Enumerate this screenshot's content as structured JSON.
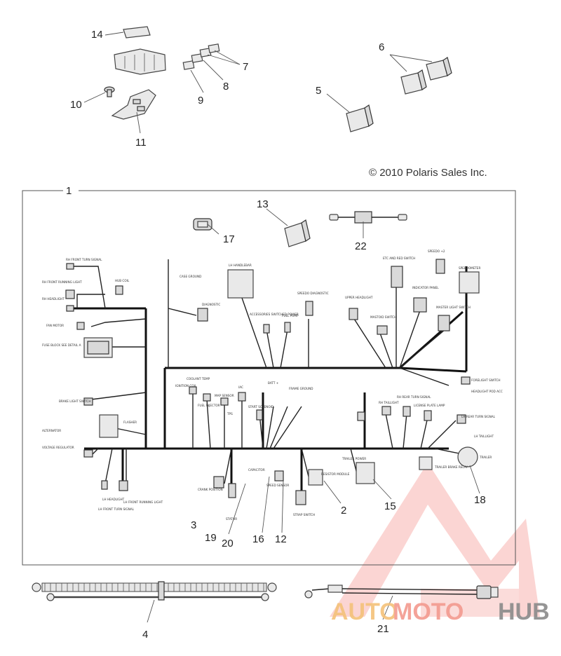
{
  "diagram": {
    "copyright": "© 2010 Polaris Sales Inc.",
    "callouts": {
      "c1": "1",
      "c2": "2",
      "c3": "3",
      "c4": "4",
      "c5": "5",
      "c6": "6",
      "c7": "7",
      "c8": "8",
      "c9": "9",
      "c10": "10",
      "c11": "11",
      "c12": "12",
      "c13": "13",
      "c14": "14",
      "c15": "15",
      "c16": "16",
      "c17": "17",
      "c18": "18",
      "c19": "19",
      "c20": "20",
      "c21": "21",
      "c22": "22"
    },
    "labels": {
      "rh_front_turn": "RH FRONT TURN SIGNAL",
      "rh_front_running": "RH FRONT RUNNING LIGHT",
      "rh_headlight": "RH HEADLIGHT",
      "fan_motor": "FAN MOTOR",
      "fuse_block": "FUSE BLOCK SEE DETAIL A",
      "hub_coil": "HUB COIL",
      "case_ground": "CASE GROUND",
      "diagnostic": "DIAGNOSTIC",
      "lh_handlebar": "LH HANDLEBAR",
      "accessories": "ACCESSORIES SWITCHED POWER",
      "fuel_pump": "FUEL PUMP",
      "speedo_diagnostic": "SPEEDO DIAGNOSTIC",
      "upper_headlight": "UPPER HEADLIGHT",
      "etc_switch": "ETC AND RED SWITCH",
      "mastoid_switch": "MASTOID SWITCH",
      "indicator_panel": "INDICATOR PANEL",
      "master_light_switch": "MASTER LIGHT SWITCH",
      "speedo": "SPEEDO +2",
      "speedometer": "SPEEDOMETER",
      "coolant_temp": "COOLANT TEMP",
      "ignition_coil": "IGNITION COIL",
      "fuel_injector": "FUEL INJECTOR",
      "map_sensor": "MAP SENSOR",
      "iac": "IAC",
      "tps": "TPS",
      "frame_ground": "FRAME GROUND",
      "start_solenoid": "START SOLENOID",
      "batt": "BATT +",
      "brake_light_switch": "BRAKE LIGHT SWITCH",
      "alternator": "ALTERNATOR",
      "flasher": "FLASHER",
      "voltage_regulator": "VOLTAGE REGULATOR",
      "lh_headlight": "LH HEADLIGHT",
      "lh_front_turn": "LH FRONT TURN SIGNAL",
      "lh_front_running": "LH FRONT RUNNING LIGHT",
      "crank_position": "CRANK POSITION",
      "stator": "STATOR",
      "speed_sensor": "SPEED SENSOR",
      "capacitor": "CAPACITOR",
      "strap_switch": "STRAP SWITCH",
      "resistor_module": "RESISTOR MODULE",
      "rh_taillight": "RH TAILLIGHT",
      "rh_rear_turn": "RH REAR TURN SIGNAL",
      "license_plate_lamp": "LICENSE PLATE LAMP",
      "lh_rear_turn": "LH REAR TURN SIGNAL",
      "lh_taillight": "LH TAILLIGHT",
      "trailer": "TRAILER",
      "trailer_brake_relay": "TRAILER BRAKE RELAY",
      "headlight_switch": "FORELIGHT SWITCH",
      "headlight_pod": "HEADLIGHT POD ACC",
      "trailer_power": "TRAILER POWER"
    },
    "watermark": {
      "auto": "AUTO",
      "moto": "MOTO",
      "hub": "HUB",
      "colors": {
        "auto": "#f4c27a",
        "moto": "#f39a8f",
        "hub": "#8a8a8a",
        "logo": "#f08080"
      }
    }
  }
}
